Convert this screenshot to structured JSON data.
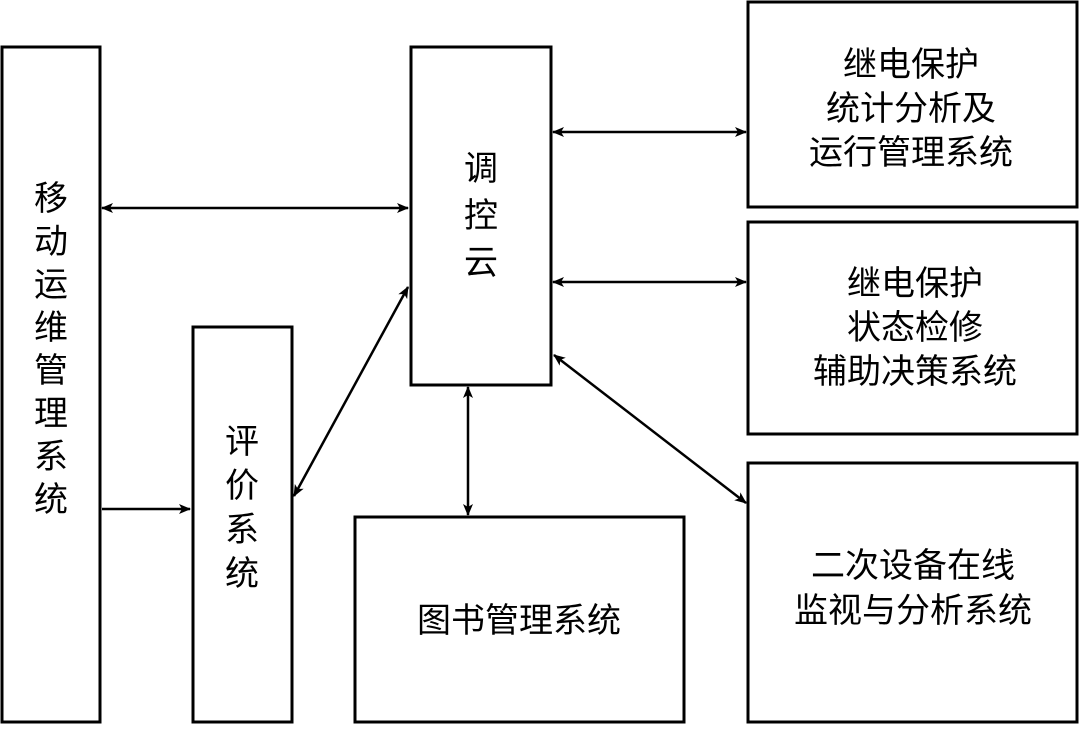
{
  "nodes": {
    "mobile": {
      "label": "移动运维管理系统"
    },
    "eval": {
      "label": "评价系统"
    },
    "cloud": {
      "label": "调控云"
    },
    "library": {
      "label": "图书管理系统"
    },
    "relay_stats": {
      "lines": [
        "继电保护",
        "统计分析及",
        "运行管理系统"
      ]
    },
    "relay_maint": {
      "lines": [
        "继电保护",
        "状态检修",
        "辅助决策系统"
      ]
    },
    "secondary": {
      "lines": [
        "二次设备在线",
        "监视与分析系统"
      ]
    }
  },
  "colors": {
    "stroke": "#000000",
    "fill": "#ffffff"
  }
}
